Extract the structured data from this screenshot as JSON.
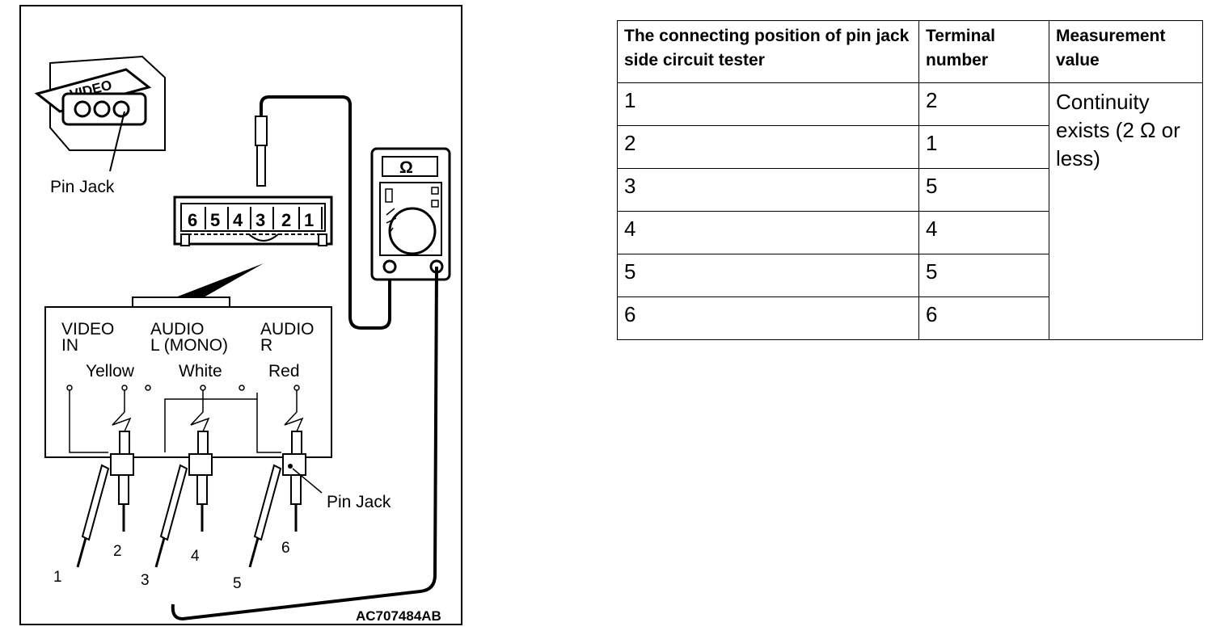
{
  "diagram": {
    "pin_jack_label_top": "Pin Jack",
    "pin_jack_label_bottom": "Pin Jack",
    "video_badge": "VIDEO",
    "connector_pins": [
      "6",
      "5",
      "4",
      "3",
      "2",
      "1"
    ],
    "meter_symbol": "Ω",
    "inputs": [
      {
        "line1": "VIDEO",
        "line2": "IN",
        "color": "Yellow"
      },
      {
        "line1": "AUDIO",
        "line2": "L (MONO)",
        "color": "White"
      },
      {
        "line1": "AUDIO",
        "line2": "R",
        "color": "Red"
      }
    ],
    "probe_numbers": [
      "1",
      "2",
      "3",
      "4",
      "5",
      "6"
    ],
    "figure_code": "AC707484AB"
  },
  "table": {
    "headers": [
      "The connecting position of pin jack side circuit tester",
      "Terminal number",
      "Measurement value"
    ],
    "rows": [
      {
        "position": "1",
        "terminal": "2"
      },
      {
        "position": "2",
        "terminal": "1"
      },
      {
        "position": "3",
        "terminal": "5"
      },
      {
        "position": "4",
        "terminal": "4"
      },
      {
        "position": "5",
        "terminal": "5"
      },
      {
        "position": "6",
        "terminal": "6"
      }
    ],
    "measurement_value": "Continuity exists (2 Ω or less)"
  }
}
